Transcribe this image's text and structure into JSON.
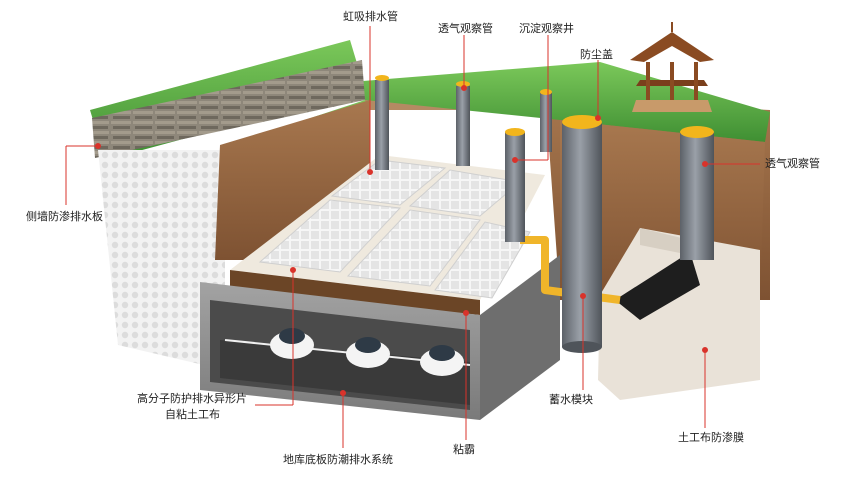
{
  "colors": {
    "grass": "#5fb34a",
    "soil": "#9a6a44",
    "stone": "#8a8478",
    "concrete": "#8f8f8f",
    "pipe": "#7a7f86",
    "pipe_cap": "#f2b51c",
    "drain_pipe": "#f0b52a",
    "leader_line": "#d9332b",
    "leader_dot": "#d9332b"
  },
  "labels": {
    "siphon_pipe": "虹吸排水管",
    "vent_pipe_top": "透气观察管",
    "settling_well": "沉淀观察井",
    "dust_cover": "防尘盖",
    "vent_pipe_right": "透气观察管",
    "side_wall_board": "侧墙防渗排水板",
    "polymer_sheet_line1": "高分子防护排水异形片",
    "polymer_sheet_line2": "自粘土工布",
    "basement_floor_system": "地库底板防潮排水系统",
    "adhesive": "粘霸",
    "storage_module": "蓄水模块",
    "geotextile_membrane": "土工布防渗膜"
  },
  "icons": [
    "pavilion-icon",
    "car-icon"
  ]
}
